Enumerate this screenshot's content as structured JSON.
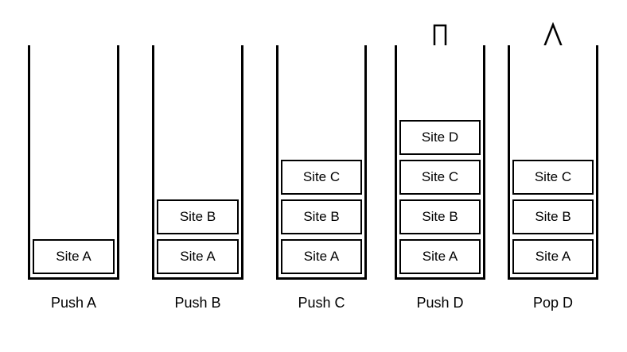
{
  "stacks": [
    {
      "label": "Push A",
      "arrow": "down",
      "items": [
        "Site A"
      ]
    },
    {
      "label": "Push B",
      "arrow": "down",
      "items": [
        "Site B",
        "Site A"
      ]
    },
    {
      "label": "Push C",
      "arrow": "down",
      "items": [
        "Site C",
        "Site B",
        "Site A"
      ]
    },
    {
      "label": "Push D",
      "arrow": "down",
      "items": [
        "Site D",
        "Site C",
        "Site B",
        "Site A"
      ]
    },
    {
      "label": "Pop D",
      "arrow": "up",
      "items": [
        "Site C",
        "Site B",
        "Site A"
      ]
    }
  ],
  "colors": {
    "stroke": "#000000",
    "background": "#ffffff"
  }
}
